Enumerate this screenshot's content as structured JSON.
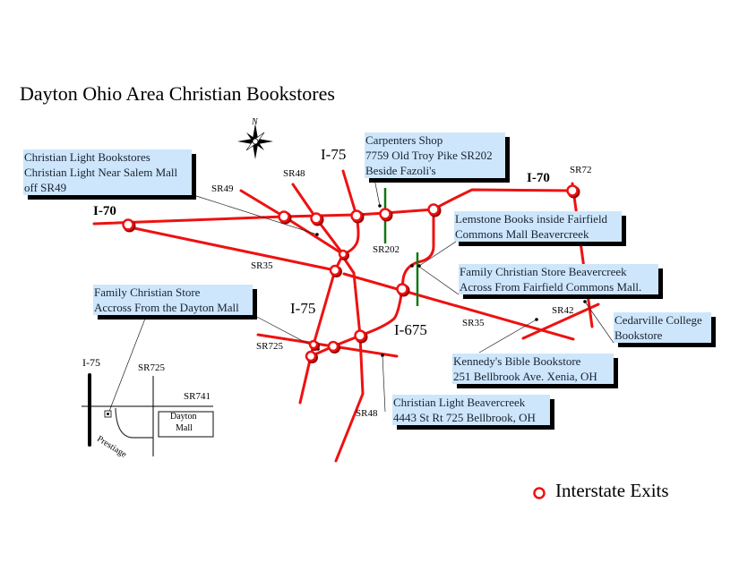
{
  "title": "Dayton Ohio Area Christian Bookstores",
  "compass_letter": "N",
  "stores": [
    {
      "lines": [
        "Christian Light Bookstores",
        "Christian Light Near Salem Mall",
        "off  SR49"
      ]
    },
    {
      "lines": [
        "Carpenters Shop",
        "7759 Old Troy Pike SR202",
        "Beside Fazoli's"
      ]
    },
    {
      "lines": [
        "Lemstone Books inside Fairfield",
        "Commons Mall Beavercreek"
      ]
    },
    {
      "lines": [
        "Family Christian Store Beavercreek",
        "Across From Fairfield Commons Mall."
      ]
    },
    {
      "lines": [
        "Cedarville College",
        "Bookstore"
      ]
    },
    {
      "lines": [
        "Kennedy's Bible Bookstore",
        "251 Bellbrook Ave. Xenia, OH"
      ]
    },
    {
      "lines": [
        "Christian Light Beavercreek",
        "4443 St Rt 725 Bellbrook, OH"
      ]
    },
    {
      "lines": [
        "Family Christian Store",
        "Accross From the Dayton Mall"
      ]
    }
  ],
  "roads": {
    "i70_west": "I-70",
    "i70_east": "I-70",
    "i75_north": "I-75",
    "i75_south": "I-75",
    "i675": "I-675",
    "sr49": "SR49",
    "sr48_north": "SR48",
    "sr48_south": "SR48",
    "sr35_west": "SR35",
    "sr35_east": "SR35",
    "sr202": "SR202",
    "sr72": "SR72",
    "sr42": "SR42",
    "sr725": "SR725"
  },
  "inset": {
    "i75": "I-75",
    "sr725": "SR725",
    "sr741": "SR741",
    "mall_line1": "Dayton",
    "mall_line2": "Mall",
    "street": "Prestiage"
  },
  "legend": {
    "label": "Interstate Exits"
  },
  "colors": {
    "road": "#ee1111",
    "state_route_green": "#117711",
    "box_fill": "#cde6fb"
  }
}
